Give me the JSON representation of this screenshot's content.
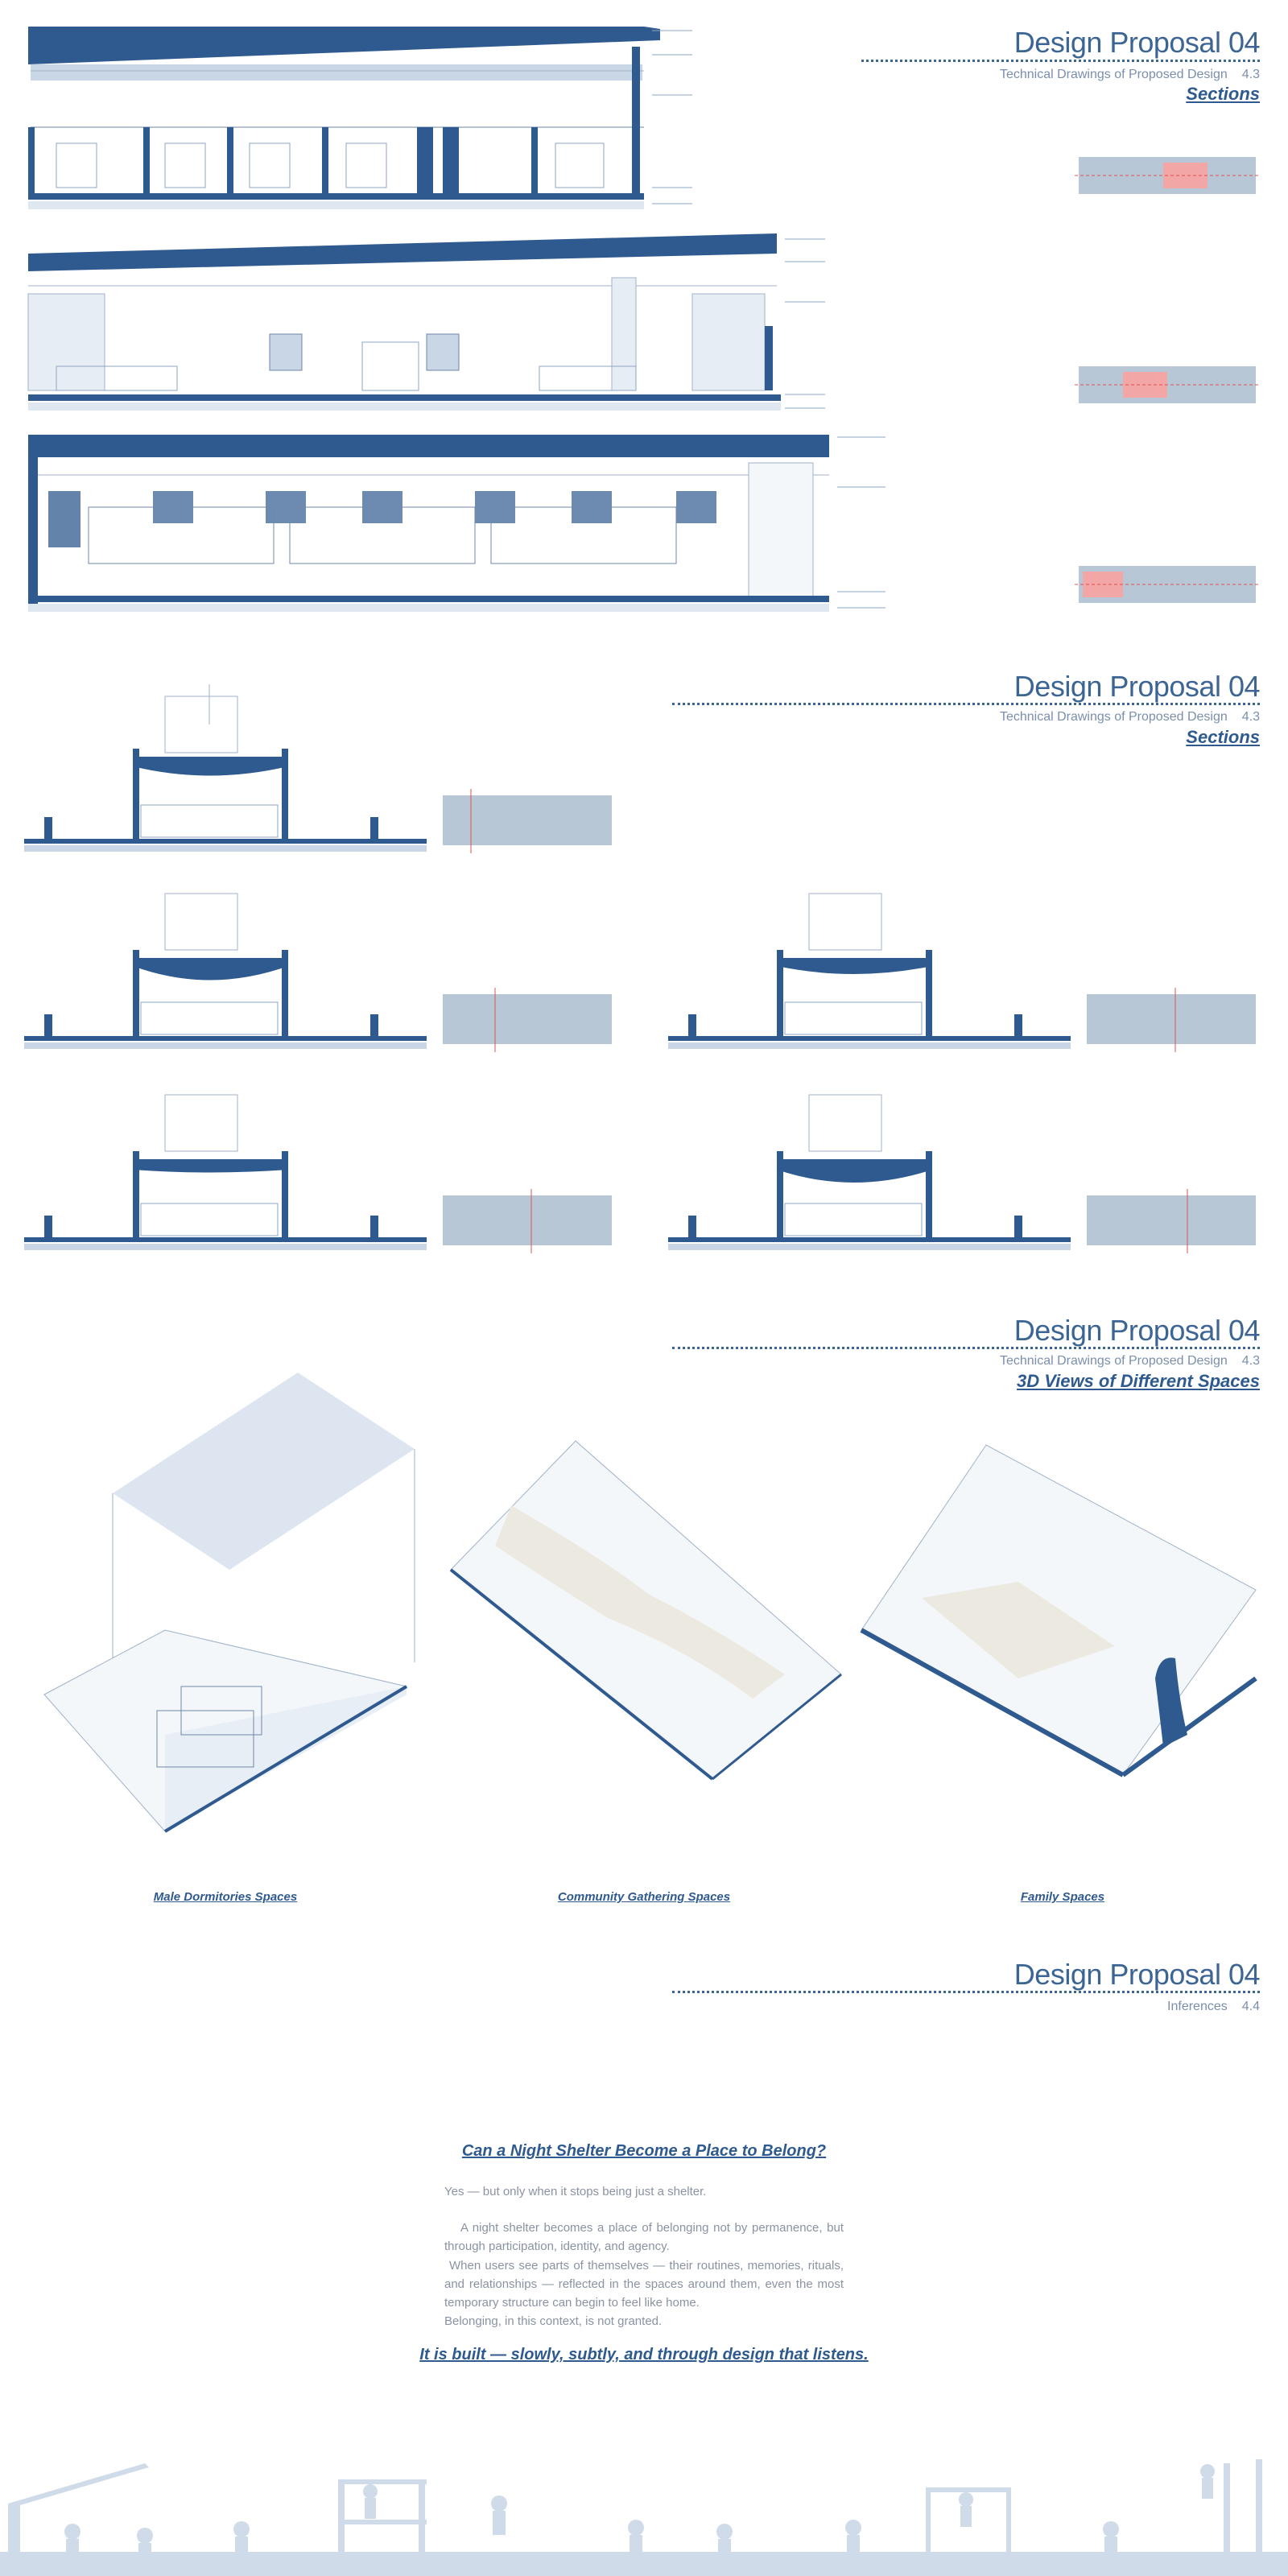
{
  "panels": [
    {
      "title": "Design Proposal 04",
      "subtitle": "Technical Drawings of Proposed Design",
      "number": "4.3",
      "section": "Sections"
    },
    {
      "title": "Design Proposal 04",
      "subtitle": "Technical Drawings of Proposed Design",
      "number": "4.3",
      "section": "Sections"
    },
    {
      "title": "Design Proposal 04",
      "subtitle": "Technical Drawings of Proposed Design",
      "number": "4.3",
      "section": "3D Views of Different Spaces"
    },
    {
      "title": "Design Proposal 04",
      "subtitle": "Inferences",
      "number": "4.4"
    }
  ],
  "views_3d": {
    "captions": [
      "Male Dormitories Spaces",
      "Community Gathering Spaces",
      "Family Spaces"
    ]
  },
  "inferences": {
    "question": "Can a Night Shelter Become a Place to Belong?",
    "answer": "Yes — but only when it stops being just a shelter.",
    "paragraph1": "A night shelter becomes a place of belonging not by permanence, but through participation, identity, and agency.",
    "paragraph2": "When users see parts of themselves — their routines, memories, rituals, and relationships — reflected in the spaces around them, even the most temporary structure can begin to feel like home.",
    "paragraph3": "Belonging, in this context, is not granted.",
    "closing": "It is built — slowly, subtly, and through design that listens."
  },
  "colors": {
    "navy": "#2f5a8f",
    "light_blue": "#c8d6e6",
    "grey": "#8a93a3",
    "highlight": "#f3a6a6",
    "section_marker": "#e05050"
  },
  "icons": [
    "silhouette-footer-construction"
  ]
}
